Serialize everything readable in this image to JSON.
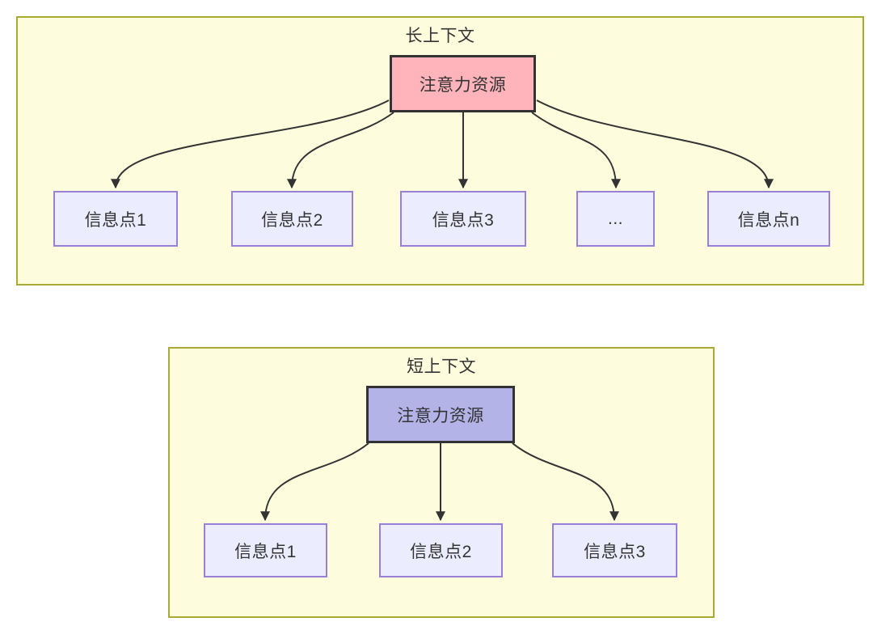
{
  "diagram": {
    "type": "attention-resource-comparison",
    "sections": [
      {
        "id": "long-context",
        "title": "长上下文",
        "attention": {
          "label": "注意力资源",
          "fill": "#ffb3ba"
        },
        "nodes": [
          {
            "label": "信息点1"
          },
          {
            "label": "信息点2"
          },
          {
            "label": "信息点3"
          },
          {
            "label": "..."
          },
          {
            "label": "信息点n"
          }
        ]
      },
      {
        "id": "short-context",
        "title": "短上下文",
        "attention": {
          "label": "注意力资源",
          "fill": "#b3b3e8"
        },
        "nodes": [
          {
            "label": "信息点1"
          },
          {
            "label": "信息点2"
          },
          {
            "label": "信息点3"
          }
        ]
      }
    ],
    "colors": {
      "cluster_fill": "#fdfdde",
      "cluster_border": "#aaaa33",
      "info_node_fill": "#ececff",
      "info_node_border": "#9a80d6",
      "attention_long_fill": "#ffb3ba",
      "attention_short_fill": "#b3b3e8",
      "dark_border_and_arrows": "#333333",
      "text": "#333333"
    }
  }
}
